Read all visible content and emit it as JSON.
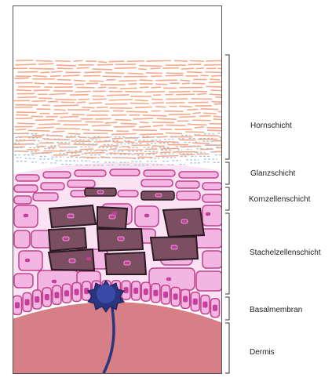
{
  "layers": [
    {
      "id": "hornschicht",
      "label": "Hornschicht"
    },
    {
      "id": "glanzschicht",
      "label": "Glanzschicht"
    },
    {
      "id": "kornzellenschicht",
      "label": "Kornzellenschicht"
    },
    {
      "id": "stachelzellenschicht",
      "label": "Stachelzellenschicht"
    },
    {
      "id": "basalmembran",
      "label": "Basalmembran"
    },
    {
      "id": "dermis",
      "label": "Dermis"
    }
  ],
  "colors": {
    "horn": "#f5a98a",
    "glanz": "#a9bccb",
    "pink_fill": "#f3b5e1",
    "pink_stroke": "#c2418f",
    "dark_cell": "#7b4f61",
    "nucleus": "#c73d9d",
    "dermis": "#d67f86",
    "melanocyte": "#2a357f"
  }
}
